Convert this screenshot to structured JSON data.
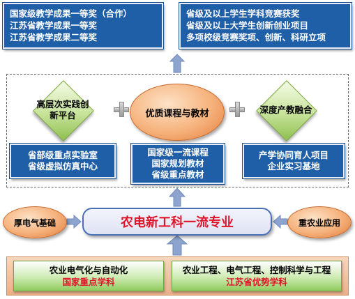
{
  "top_left_box": {
    "lines": [
      "国家级教学成果一等奖（合作）",
      "江苏省教学成果一等奖",
      "江苏省教学成果二等奖"
    ]
  },
  "top_right_box": {
    "lines": [
      "省级及以上学生学科竞赛获奖",
      "省级及以上大学生创新创业项目",
      "多项校级竞赛奖项、创新、科研立项"
    ]
  },
  "pillars": {
    "left": {
      "label_line1": "高层次实践创",
      "label_line2": "新平台",
      "box_lines": [
        "省部级重点实验室",
        "省级虚拟仿真中心"
      ]
    },
    "center": {
      "label": "优质课程与教材",
      "box_lines": [
        "国家级一流课程",
        "国家规划教材",
        "省级重点教材"
      ]
    },
    "right": {
      "label": "深度产教融合",
      "box_lines": [
        "产学协同育人项目",
        "企业实习基地"
      ]
    }
  },
  "core": {
    "title": "农电新工科一流专业"
  },
  "side": {
    "left": "厚电气基础",
    "right": "重农业应用"
  },
  "bottom": {
    "left": {
      "line1": "农业电气化与自动化",
      "line2": "国家重点学科"
    },
    "right": {
      "line1": "农业工程、电气工程、控制科学与工程",
      "line2": "江苏省优势学科"
    }
  },
  "colors": {
    "blue_box": "#1f5fa8",
    "arrow": "#8da4cf",
    "accent_red": "#e0142a",
    "diamond_green": "#c7e39a",
    "ellipse_orange": "#f6b27c"
  }
}
